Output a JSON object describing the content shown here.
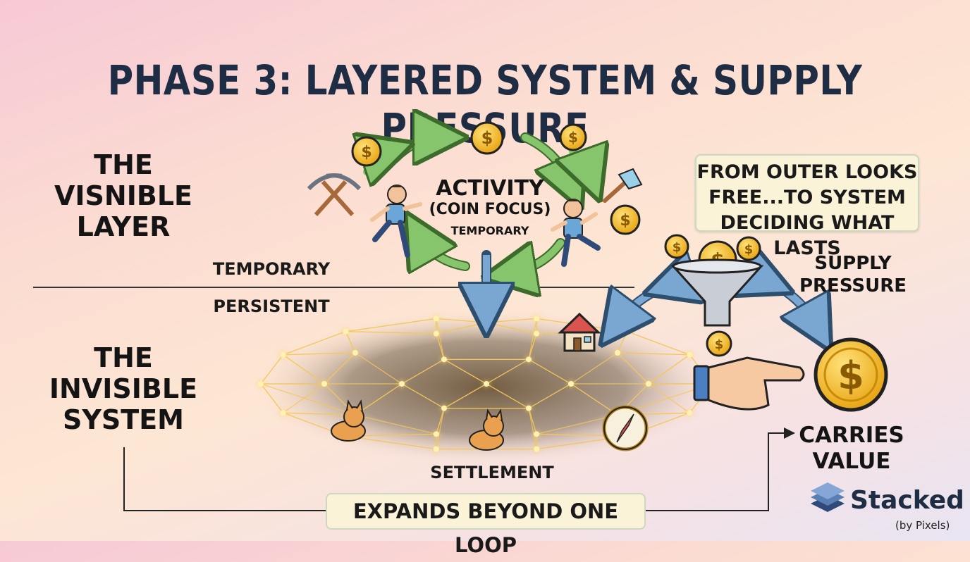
{
  "title": "PHASE 3: LAYERED SYSTEM & SUPPLY PRESSURE",
  "visible_layer": {
    "label": "THE VISNIBLE LAYER"
  },
  "invisible_system": {
    "label": "THE INVISIBLE SYSTEM"
  },
  "divider": {
    "above": "TEMPORARY",
    "below": "PERSISTENT"
  },
  "activity": {
    "title": "ACTIVITY",
    "subtitle": "(COIN FOCUS)",
    "note": "TEMPORARY"
  },
  "network": {
    "label": "SETTLEMENT"
  },
  "callout": {
    "line1": "FROM OUTER LOOKS",
    "line2": "FREE...TO SYSTEM",
    "line3": "DECIDING WHAT LASTS"
  },
  "supply": {
    "line1": "SUPPLY",
    "line2": "PRESSURE"
  },
  "value": {
    "line1": "CARRIES",
    "line2": "VALUE"
  },
  "loop": {
    "label": "EXPANDS BEYOND ONE LOOP"
  },
  "brand": {
    "name": "Stacked",
    "sub": "(by Pixels)"
  },
  "icons": [
    "coin-icon",
    "pickaxe-icon",
    "runner-icon",
    "hammer-icon",
    "funnel-icon",
    "house-icon",
    "dog-icon",
    "compass-icon",
    "pointing-hand-icon",
    "stack-logo-icon"
  ],
  "colors": {
    "title": "#1f2d44",
    "arrow_green": "#86c56b",
    "arrow_blue": "#6d9cc8",
    "coin": "#f2b51c",
    "network": "#f0c24a"
  }
}
